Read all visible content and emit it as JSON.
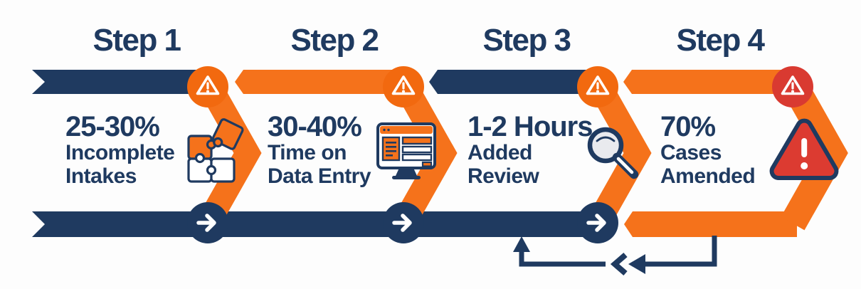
{
  "infographic": {
    "type": "process-flow",
    "step_count": 4,
    "colors": {
      "navy": "#1f3a60",
      "orange": "#f5721b",
      "red": "#d93a31",
      "lens_gray": "#e9eaee",
      "background": "#fdfdfd",
      "white": "#ffffff"
    }
  },
  "steps": [
    {
      "title": "Step 1",
      "stat": "25-30%",
      "desc1": "Incomplete",
      "desc2": "Intakes",
      "icon": "puzzle-icon",
      "badge": "warning-badge-orange"
    },
    {
      "title": "Step 2",
      "stat": "30-40%",
      "desc1": "Time on",
      "desc2": "Data Entry",
      "icon": "monitor-form-icon",
      "badge": "warning-badge-orange"
    },
    {
      "title": "Step 3",
      "stat": "1-2 Hours",
      "desc1": "Added",
      "desc2": "Review",
      "icon": "magnifier-icon",
      "badge": "warning-badge-orange"
    },
    {
      "title": "Step 4",
      "stat": "70%",
      "desc1": "Cases",
      "desc2": "Amended",
      "icon": "warning-triangle-icon",
      "badge": "warning-badge-red"
    }
  ],
  "flow": {
    "forward_arrows": 3,
    "feedback_loop": "from Step 4 back to Step 3"
  }
}
